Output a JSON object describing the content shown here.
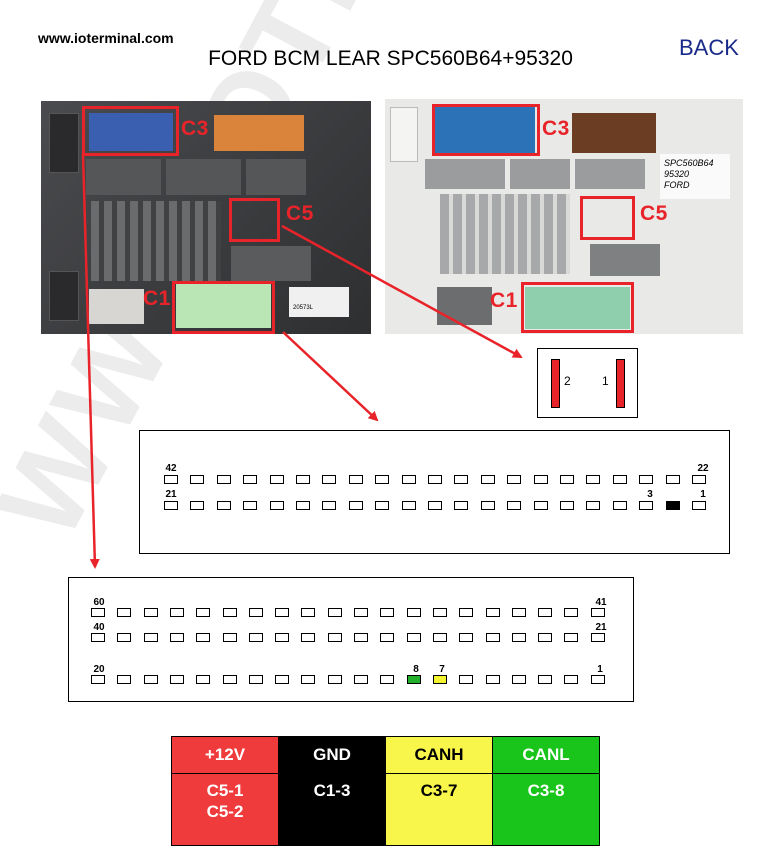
{
  "header": {
    "site_url": "www.ioterminal.com",
    "title": "FORD BCM LEAR SPC560B64+95320",
    "back_label": "BACK"
  },
  "photos": {
    "labels": {
      "c3": "C3",
      "c5": "C5",
      "c1": "C1"
    },
    "sticker_text": "SPC560B64\n95320\nFORD",
    "part_number": "20573L"
  },
  "c5_diagram": {
    "pin_2": "2",
    "pin_1": "1"
  },
  "c1_diagram": {
    "label_42": "42",
    "label_22": "22",
    "label_21": "21",
    "label_3": "3",
    "label_1": "1"
  },
  "c3_diagram": {
    "label_60": "60",
    "label_41": "41",
    "label_40": "40",
    "label_21": "21",
    "label_20": "20",
    "label_8": "8",
    "label_7": "7",
    "label_1": "1"
  },
  "pinout": {
    "headers": [
      "+12V",
      "GND",
      "CANH",
      "CANL"
    ],
    "values": [
      [
        "C5-1",
        "C5-2"
      ],
      [
        "C1-3"
      ],
      [
        "C3-7"
      ],
      [
        "C3-8"
      ]
    ]
  },
  "watermark": "WWW.IOTERMINAL.COM",
  "colors": {
    "highlight": "#e8242a",
    "v12": "#ef3b3b",
    "gnd": "#000000",
    "canh": "#f8f64a",
    "canl": "#19c41b",
    "back_link": "#1a2a8a"
  }
}
